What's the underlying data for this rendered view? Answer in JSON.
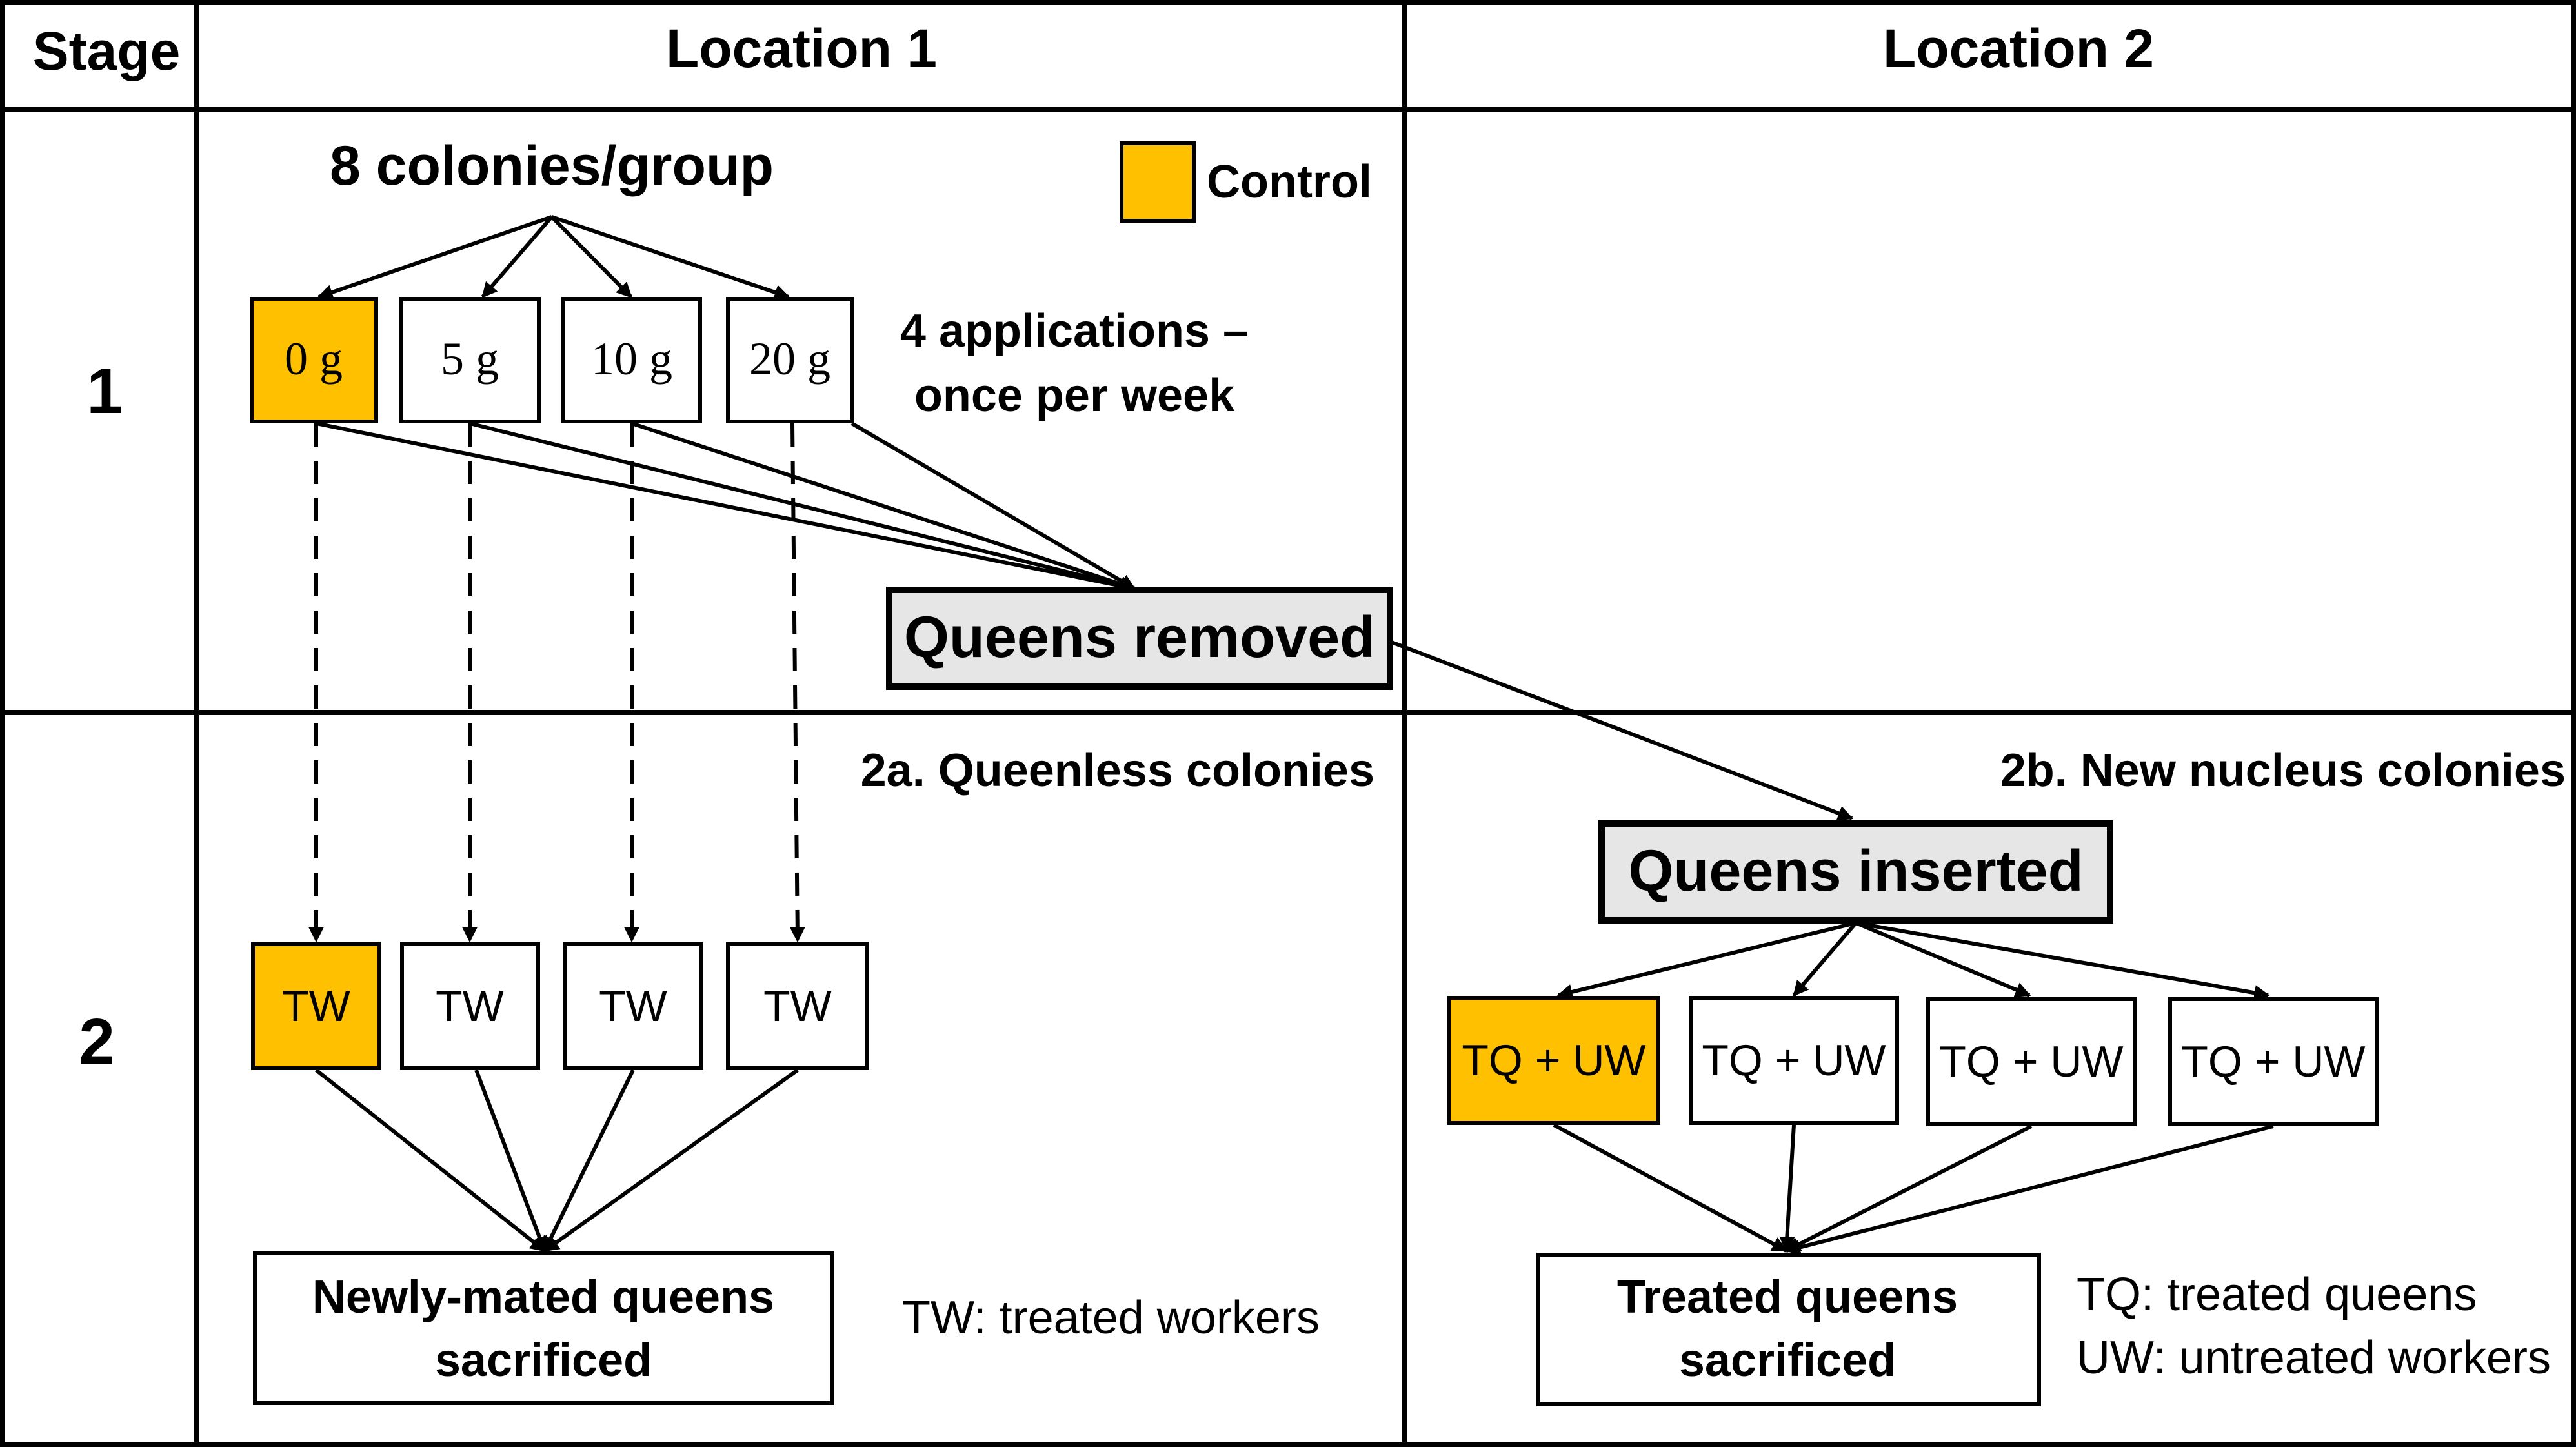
{
  "colors": {
    "control": "#FFC000",
    "highlight_box": "#E7E6E6",
    "white": "#FFFFFF",
    "line": "#000000"
  },
  "header": {
    "stage": "Stage",
    "location1": "Location 1",
    "location2": "Location 2"
  },
  "rows": {
    "stage1": "1",
    "stage2": "2"
  },
  "stage1": {
    "colonies_label": "8 colonies/group",
    "legend_label": "Control",
    "doses": [
      "0 g",
      "5 g",
      "10 g",
      "20 g"
    ],
    "applications_line1": "4 applications –",
    "applications_line2": "once per week",
    "queens_removed": "Queens removed"
  },
  "stage2a": {
    "title": "2a. Queenless colonies",
    "boxes": [
      "TW",
      "TW",
      "TW",
      "TW"
    ],
    "result_line1": "Newly-mated queens",
    "result_line2": "sacrificed",
    "note": "TW: treated workers"
  },
  "stage2b": {
    "title": "2b. New nucleus colonies",
    "queens_inserted": "Queens inserted",
    "boxes": [
      "TQ + UW",
      "TQ + UW",
      "TQ + UW",
      "TQ + UW"
    ],
    "result_line1": "Treated queens",
    "result_line2": "sacrificed",
    "note_line1": "TQ: treated queens",
    "note_line2": "UW: untreated workers"
  }
}
